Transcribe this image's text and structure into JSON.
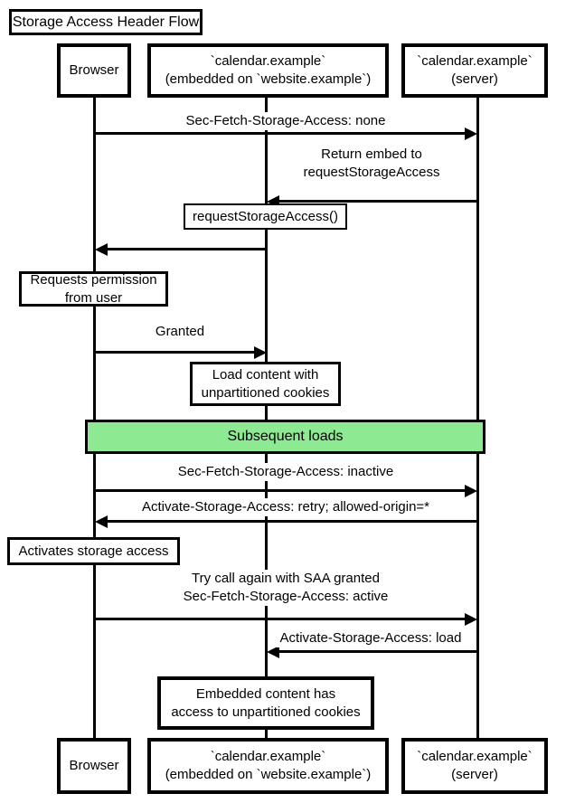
{
  "diagram": {
    "title": "Storage Access Header Flow",
    "colors": {
      "line": "#000000",
      "box_fill": "#ffffff",
      "section_fill": "#8dea92"
    },
    "participants": {
      "browser": {
        "lines": [
          "Browser"
        ]
      },
      "embed": {
        "lines": [
          "`calendar.example`",
          "(embedded on `website.example`)"
        ]
      },
      "server": {
        "lines": [
          "`calendar.example`",
          "(server)"
        ]
      }
    },
    "messages": [
      {
        "from": "Browser",
        "to": "calendar.example (server)",
        "lines": [
          "Sec-Fetch-Storage-Access: none"
        ]
      },
      {
        "from": "calendar.example (server)",
        "to": "calendar.example (embedded)",
        "lines": [
          "Return embed to",
          "requestStorageAccess"
        ]
      },
      {
        "from": "calendar.example (embedded)",
        "to": "Browser",
        "lines": [
          "requestStorageAccess()"
        ]
      },
      {
        "from": "Browser",
        "to": "calendar.example (embedded)",
        "lines": [
          "Granted"
        ]
      },
      {
        "from": "Browser",
        "to": "calendar.example (server)",
        "lines": [
          "Sec-Fetch-Storage-Access: inactive"
        ]
      },
      {
        "from": "calendar.example (server)",
        "to": "Browser",
        "lines": [
          "Activate-Storage-Access: retry; allowed-origin=*"
        ]
      },
      {
        "from": "Browser",
        "to": "calendar.example (server)",
        "lines": [
          "Try call again with SAA granted",
          "Sec-Fetch-Storage-Access: active"
        ]
      },
      {
        "from": "calendar.example (server)",
        "to": "calendar.example (embedded)",
        "lines": [
          "Activate-Storage-Access: load"
        ]
      }
    ],
    "notes": [
      {
        "over": "Browser",
        "lines": [
          "Requests permission",
          "from user"
        ]
      },
      {
        "over": "calendar.example (embedded)",
        "lines": [
          "Load content with",
          "unpartitioned cookies"
        ]
      },
      {
        "over": "Browser",
        "lines": [
          "Activates storage access"
        ]
      },
      {
        "over": "calendar.example (embedded)",
        "lines": [
          "Embedded content has",
          "access to unpartitioned cookies"
        ]
      }
    ],
    "section": {
      "label": "Subsequent loads"
    }
  }
}
